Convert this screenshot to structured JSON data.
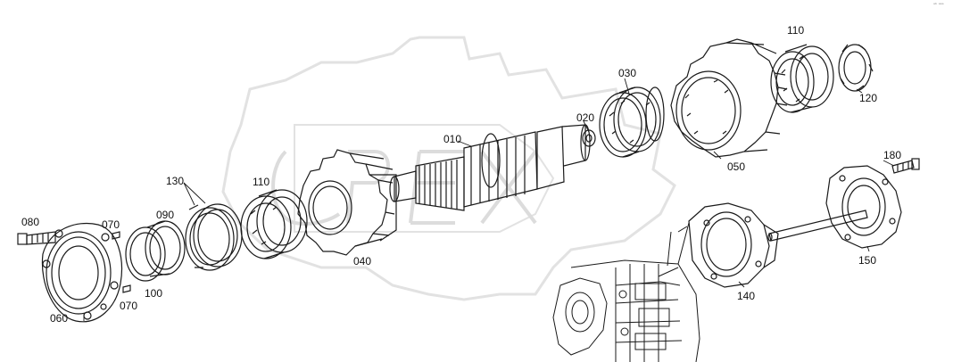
{
  "corner_mark": "ᵃᵇ ᵃᵃᵃ",
  "colors": {
    "line": "#1a1a1a",
    "watermark": "#e3e3e3"
  },
  "callouts": {
    "c010": "010",
    "c020": "020",
    "c030": "030",
    "c040": "040",
    "c050": "050",
    "c060": "060",
    "c070_top": "070",
    "c070_bottom": "070",
    "c080": "080",
    "c090": "090",
    "c100": "100",
    "c110_left": "110",
    "c110_right": "110",
    "c120": "120",
    "c130": "130",
    "c140": "140",
    "c150": "150",
    "c180": "180"
  }
}
